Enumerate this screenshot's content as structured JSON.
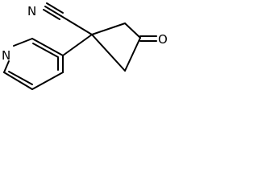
{
  "molecule": {
    "atoms": {
      "nitrile_n": "N",
      "pyridine_n": "N",
      "carbonyl_o": "O"
    },
    "bond_color": "#000000",
    "background_color": "#ffffff"
  }
}
